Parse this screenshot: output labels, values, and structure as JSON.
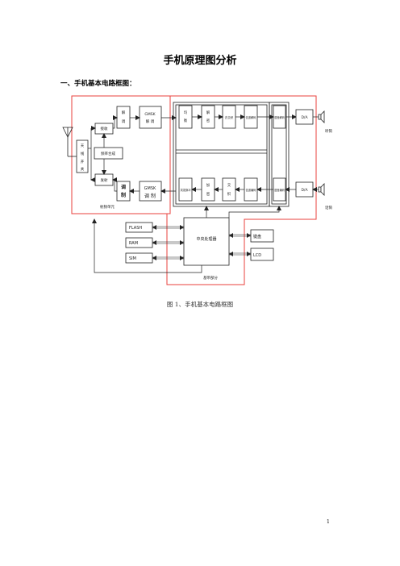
{
  "document": {
    "title": "手机原理图分析",
    "section_heading": "一、手机基本电路框图：",
    "caption": "图 1、手机基本电路框图",
    "page_number": "1"
  },
  "diagram": {
    "rf_unit": {
      "label": "射频单元",
      "antenna_switch": [
        "天",
        "线",
        "开",
        "关"
      ],
      "receive": "接收",
      "transmit": "发射",
      "freq_synth": "频率合成",
      "demod": [
        "解",
        "调"
      ],
      "gmsk_demod": [
        "GMSK",
        "解 调"
      ],
      "mod": [
        "调",
        "制"
      ],
      "gmsk_mod": [
        "GMSK",
        "调 制"
      ]
    },
    "baseband_unit": {
      "label": "基带部分",
      "rx_chain": [
        [
          "均",
          "衡"
        ],
        [
          "解",
          "密"
        ],
        [
          "去交织"
        ],
        [
          "信道解码"
        ],
        [
          "语音解码"
        ]
      ],
      "tx_chain": [
        [
          "语音编码"
        ],
        [
          "信道编码"
        ],
        [
          "交",
          "织"
        ],
        [
          "加",
          "密"
        ],
        [
          "突发脉冲"
        ]
      ],
      "dac_rx": "D/A",
      "dac_tx": "D/A",
      "earpiece": "听筒",
      "microphone": "话筒",
      "cpu": "中央处理器",
      "memory": [
        "FLASH",
        "RAM",
        "SIM"
      ],
      "peripherals": [
        "键盘",
        "LCD"
      ]
    },
    "colors": {
      "red_frame": "#e8413d",
      "stroke": "#222222"
    }
  }
}
